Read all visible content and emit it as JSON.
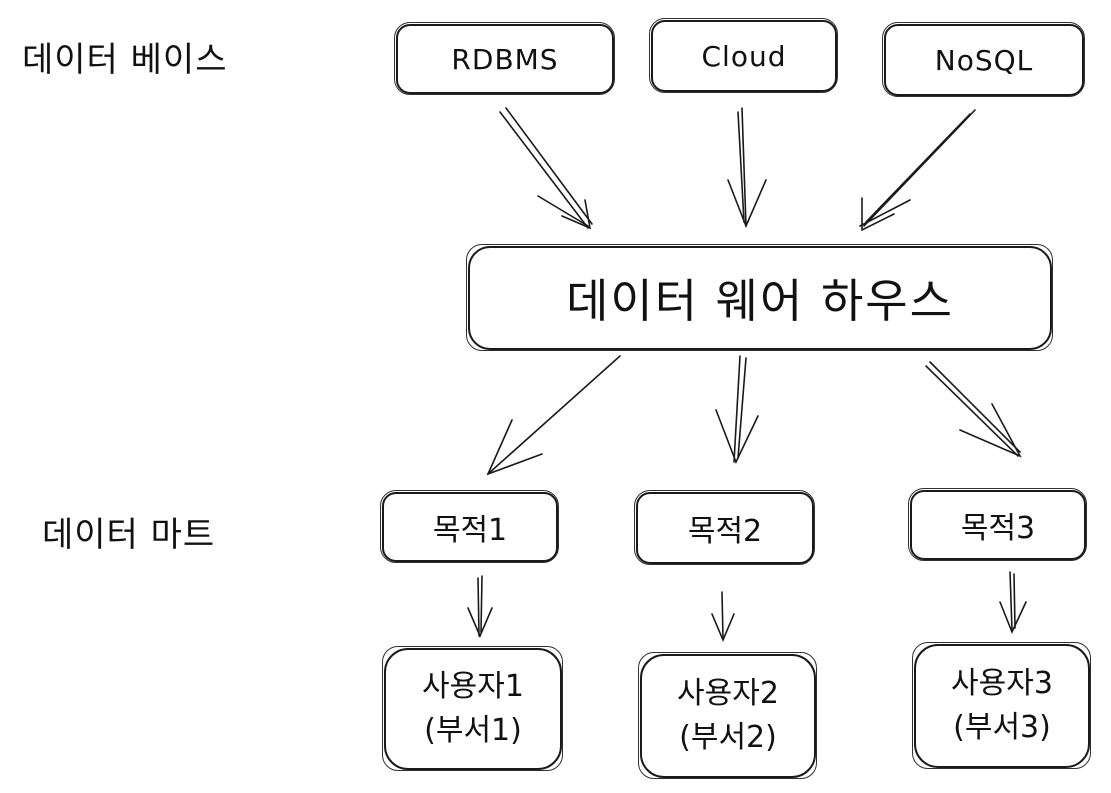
{
  "tiers": {
    "database_label": "데이터 베이스",
    "mart_label": "데이터 마트"
  },
  "sources": [
    "RDBMS",
    "Cloud",
    "NoSQL"
  ],
  "warehouse": "데이터 웨어 하우스",
  "marts": [
    "목적1",
    "목적2",
    "목적3"
  ],
  "users": [
    {
      "name": "사용자1",
      "dept": "(부서1)"
    },
    {
      "name": "사용자2",
      "dept": "(부서2)"
    },
    {
      "name": "사용자3",
      "dept": "(부서3)"
    }
  ]
}
